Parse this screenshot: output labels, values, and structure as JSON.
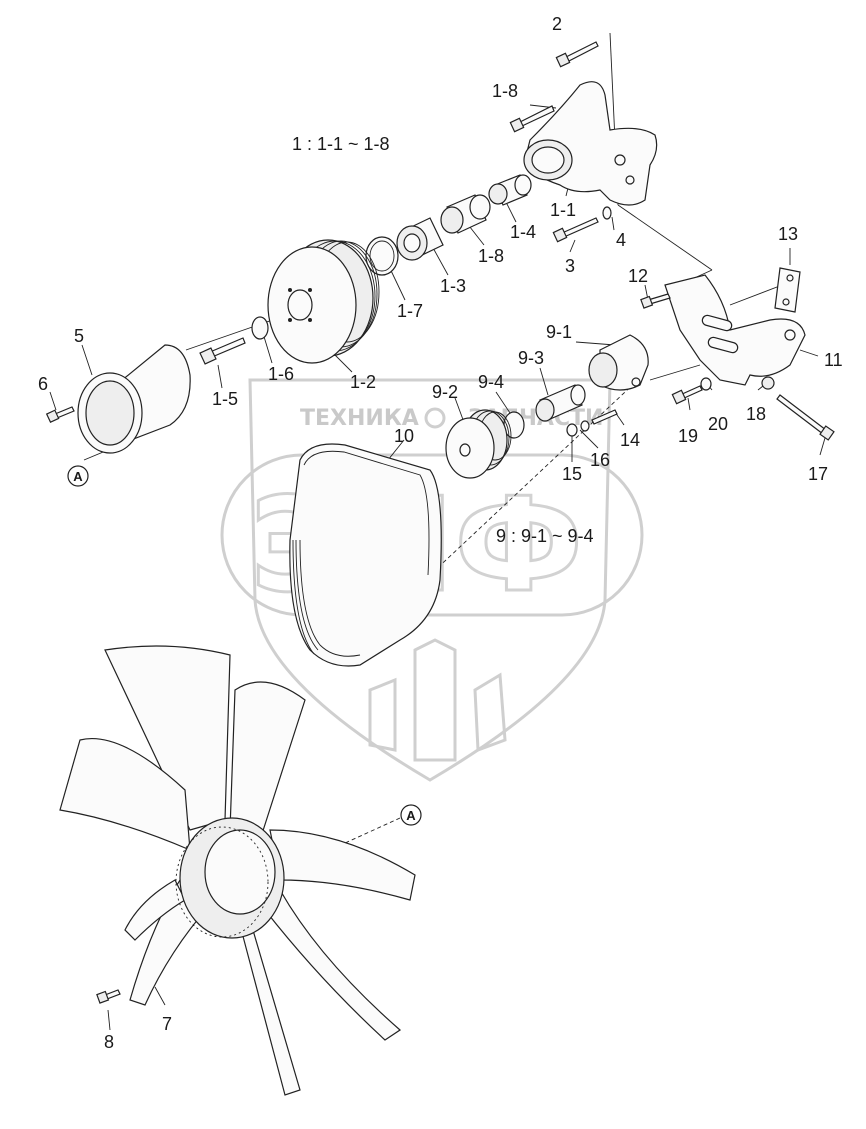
{
  "diagram": {
    "group_notes": {
      "group1": "1 : 1-1 ~ 1-8",
      "group9": "9 : 9-1 ~ 9-4"
    },
    "watermark": {
      "brand_text": "ТЕХНИКА",
      "brand_text2": "ЗАПЧАСТИ",
      "letters": "ЭПФ"
    },
    "callouts": {
      "c2": "2",
      "c1_8a": "1-8",
      "c1_1": "1-1",
      "c4": "4",
      "c3": "3",
      "c1_4": "1-4",
      "c1_8b": "1-8",
      "c1_3": "1-3",
      "c1_7": "1-7",
      "c1_6": "1-6",
      "c1_2": "1-2",
      "c1_5": "1-5",
      "c5": "5",
      "c6": "6",
      "c13": "13",
      "c12": "12",
      "c9_1": "9-1",
      "c9_3": "9-3",
      "c9_4": "9-4",
      "c9_2": "9-2",
      "c11": "11",
      "c18": "18",
      "c20": "20",
      "c19": "19",
      "c14": "14",
      "c16": "16",
      "c15": "15",
      "c17": "17",
      "c10": "10",
      "c7": "7",
      "c8": "8",
      "refA1": "A",
      "refA2": "A"
    }
  }
}
